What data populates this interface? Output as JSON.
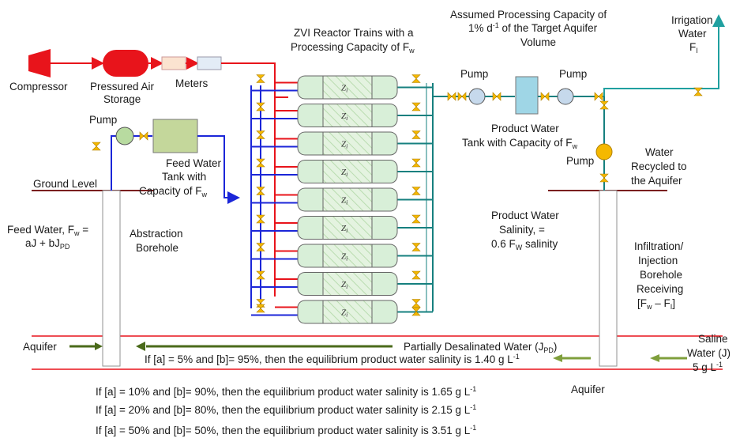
{
  "labels": {
    "compressor": "Compressor",
    "air_storage_1": "Pressured Air",
    "air_storage_2": "Storage",
    "meters": "Meters",
    "pump_feed": "Pump",
    "ground_level": "Ground Level",
    "feed_tank_1": "Feed Water",
    "feed_tank_2": "Tank with",
    "feed_tank_3": "Capacity of F",
    "feed_tank_3_sub": "w",
    "feed_water_1": "Feed Water, F",
    "feed_water_1_sub": "w",
    "feed_water_1_end": " =",
    "feed_water_2": "aJ + bJ",
    "feed_water_2_sub": "PD",
    "abstraction_1": "Abstraction",
    "abstraction_2": "Borehole",
    "reactor_title_1": "ZVI Reactor Trains with a",
    "reactor_title_2": "Processing Capacity of F",
    "reactor_title_2_sub": "w",
    "reactor_cell": "Z",
    "reactor_cell_sub": "i",
    "assumed_1": "Assumed Processing Capacity of",
    "assumed_2a": "1% d",
    "assumed_2_sup": "-1",
    "assumed_2b": " of the Target Aquifer",
    "assumed_3": "Volume",
    "pump_left": "Pump",
    "pump_right": "Pump",
    "product_tank_1": "Product Water",
    "product_tank_2": "Tank with Capacity of F",
    "product_tank_2_sub": "w",
    "irrigation_1": "Irrigation",
    "irrigation_2": "Water",
    "irrigation_3": "F",
    "irrigation_3_sub": "I",
    "pump_recycle": "Pump",
    "recycled_1": "Water",
    "recycled_2": "Recycled to",
    "recycled_3": "the Aquifer",
    "salinity_1": "Product Water",
    "salinity_2": "Salinity, =",
    "salinity_3": "0.6 F",
    "salinity_3_sub": "W",
    "salinity_3_end": " salinity",
    "infiltration_1": "Infiltration/",
    "infiltration_2": "Injection",
    "infiltration_3": "Borehole",
    "infiltration_4": "Receiving",
    "infiltration_5": "[F",
    "infiltration_5_sub": "w",
    "infiltration_5_mid": " – F",
    "infiltration_5_sub2": "I",
    "infiltration_5_end": "]",
    "aquifer_left": "Aquifer",
    "aquifer_right": "Aquifer",
    "partial_a": "Partially Desalinated Water (J",
    "partial_sub": "PD",
    "partial_b": ")",
    "saline_1": "Saline",
    "saline_2": "Water (J)",
    "saline_3": "5 g L",
    "saline_3_sup": "-1"
  },
  "scenarios": [
    {
      "text": "If [a] = 5% and [b]= 95%, then the equilibrium product water salinity is 1.40 g L",
      "sup": "-1"
    },
    {
      "text": "If [a] = 10% and [b]= 90%, then the equilibrium product water salinity is 1.65 g L",
      "sup": "-1"
    },
    {
      "text": "If [a] = 20% and [b]= 80%, then the equilibrium product water salinity is 2.15 g L",
      "sup": "-1"
    },
    {
      "text": "If [a] = 50% and [b]= 50%, then the equilibrium product water salinity is 3.51 g L",
      "sup": "-1"
    }
  ],
  "reactor_count": 9,
  "colors": {
    "air_line": "#e8141b",
    "feed_line": "#1b26d8",
    "product_line": "#16807f",
    "valve": "#f5b800",
    "aquifer_line": "#e8141b",
    "ground_line": "#7a1f1f",
    "arrow_green": "#4a6a1a",
    "arrow_light_green": "#7f9f3c",
    "irrigation_line": "#20a0a0",
    "tank_feed": "#c4d79b",
    "tank_product": "#9fd6e6",
    "reactor_fill": "#d8efd8",
    "pump_fill": "#c6d9ec",
    "pump_feed_fill": "#b8dba0",
    "pump_recycle_fill": "#f5b800"
  }
}
